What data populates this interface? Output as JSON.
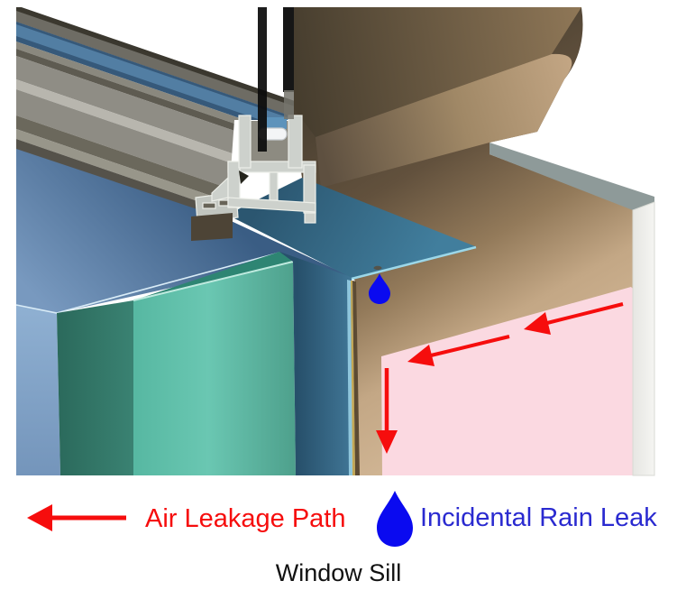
{
  "caption": "Window Sill",
  "legend": {
    "air": {
      "label": "Air Leakage Path",
      "color": "#f60d0d"
    },
    "rain": {
      "label": "Incidental Rain Leak",
      "text_color": "#2a2ad0",
      "droplet_color": "#0a0af0"
    }
  },
  "annotations": {
    "air_leakage_arrows_count": 3,
    "rain_leak_droplets_count": 1
  },
  "materials": {
    "window_frame_aluminum": "#cdd1cc",
    "frame_extrusion_gray": "#8f8d85",
    "glass": "#0c0c0c",
    "glazing_spacer": "#f3f5f6",
    "interior_stool_wood": "#b89a79",
    "wall_framing_wood": "#d3b897",
    "gypsum_cut_face_pink": "#fbd9e1",
    "sill_pan_membrane": "#3e7a99",
    "membrane_edge_highlight": "#9bd7e9",
    "rough_sill_blue": "#7899bf",
    "insulation_green": "#6ac7b2",
    "cavity_dark_blue": "#27506b",
    "sheathing_gray_strip": "#8e9a99",
    "exterior_white_strip": "#eceeea"
  }
}
